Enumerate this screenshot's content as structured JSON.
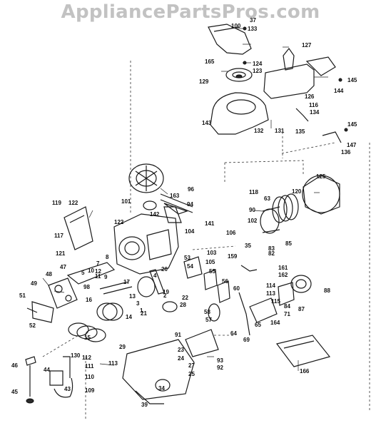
{
  "watermark": "AppliancePartsPros.com",
  "part_labels": [
    {
      "num": "37"
    },
    {
      "num": "133"
    },
    {
      "num": "127"
    },
    {
      "num": "165"
    },
    {
      "num": "124"
    },
    {
      "num": "123"
    },
    {
      "num": "129"
    },
    {
      "num": "126"
    },
    {
      "num": "144"
    },
    {
      "num": "145"
    },
    {
      "num": "116"
    },
    {
      "num": "134"
    },
    {
      "num": "143"
    },
    {
      "num": "132"
    },
    {
      "num": "131"
    },
    {
      "num": "135"
    },
    {
      "num": "145"
    },
    {
      "num": "147"
    },
    {
      "num": "136"
    },
    {
      "num": "125"
    },
    {
      "num": "118"
    },
    {
      "num": "120"
    },
    {
      "num": "63"
    },
    {
      "num": "96"
    },
    {
      "num": "163"
    },
    {
      "num": "101"
    },
    {
      "num": "94"
    },
    {
      "num": "119"
    },
    {
      "num": "122"
    },
    {
      "num": "142"
    },
    {
      "num": "141"
    },
    {
      "num": "102"
    },
    {
      "num": "90"
    },
    {
      "num": "85"
    },
    {
      "num": "122"
    },
    {
      "num": "117"
    },
    {
      "num": "104"
    },
    {
      "num": "106"
    },
    {
      "num": "103"
    },
    {
      "num": "159"
    },
    {
      "num": "121"
    },
    {
      "num": "83"
    },
    {
      "num": "82"
    },
    {
      "num": "88"
    },
    {
      "num": "35"
    },
    {
      "num": "105"
    },
    {
      "num": "161"
    },
    {
      "num": "162"
    },
    {
      "num": "53"
    },
    {
      "num": "55"
    },
    {
      "num": "47"
    },
    {
      "num": "10"
    },
    {
      "num": "5"
    },
    {
      "num": "48"
    },
    {
      "num": "49"
    },
    {
      "num": "9"
    },
    {
      "num": "98"
    },
    {
      "num": "17"
    },
    {
      "num": "51"
    },
    {
      "num": "16"
    },
    {
      "num": "13"
    },
    {
      "num": "20"
    },
    {
      "num": "54"
    },
    {
      "num": "56"
    },
    {
      "num": "60"
    },
    {
      "num": "114"
    },
    {
      "num": "113"
    },
    {
      "num": "115"
    },
    {
      "num": "87"
    },
    {
      "num": "84"
    },
    {
      "num": "71"
    },
    {
      "num": "58"
    },
    {
      "num": "57"
    },
    {
      "num": "22"
    },
    {
      "num": "28"
    },
    {
      "num": "164"
    },
    {
      "num": "65"
    },
    {
      "num": "52"
    },
    {
      "num": "15"
    },
    {
      "num": "14"
    },
    {
      "num": "19"
    },
    {
      "num": "21"
    },
    {
      "num": "91"
    },
    {
      "num": "64"
    },
    {
      "num": "69"
    },
    {
      "num": "130"
    },
    {
      "num": "29"
    },
    {
      "num": "23"
    },
    {
      "num": "112"
    },
    {
      "num": "46"
    },
    {
      "num": "44"
    },
    {
      "num": "111"
    },
    {
      "num": "113"
    },
    {
      "num": "24"
    },
    {
      "num": "93"
    },
    {
      "num": "92"
    },
    {
      "num": "110"
    },
    {
      "num": "27"
    },
    {
      "num": "25"
    },
    {
      "num": "166"
    },
    {
      "num": "109"
    },
    {
      "num": "34"
    },
    {
      "num": "45"
    },
    {
      "num": "43"
    },
    {
      "num": "39"
    },
    {
      "num": "8"
    },
    {
      "num": "7"
    },
    {
      "num": "12"
    },
    {
      "num": "11"
    },
    {
      "num": "2"
    },
    {
      "num": "3"
    },
    {
      "num": "1"
    },
    {
      "num": "4"
    },
    {
      "num": "100"
    }
  ],
  "colors": {
    "ink": "#1a1a1a",
    "paper": "#ffffff",
    "watermark": "#c2c2c2"
  }
}
